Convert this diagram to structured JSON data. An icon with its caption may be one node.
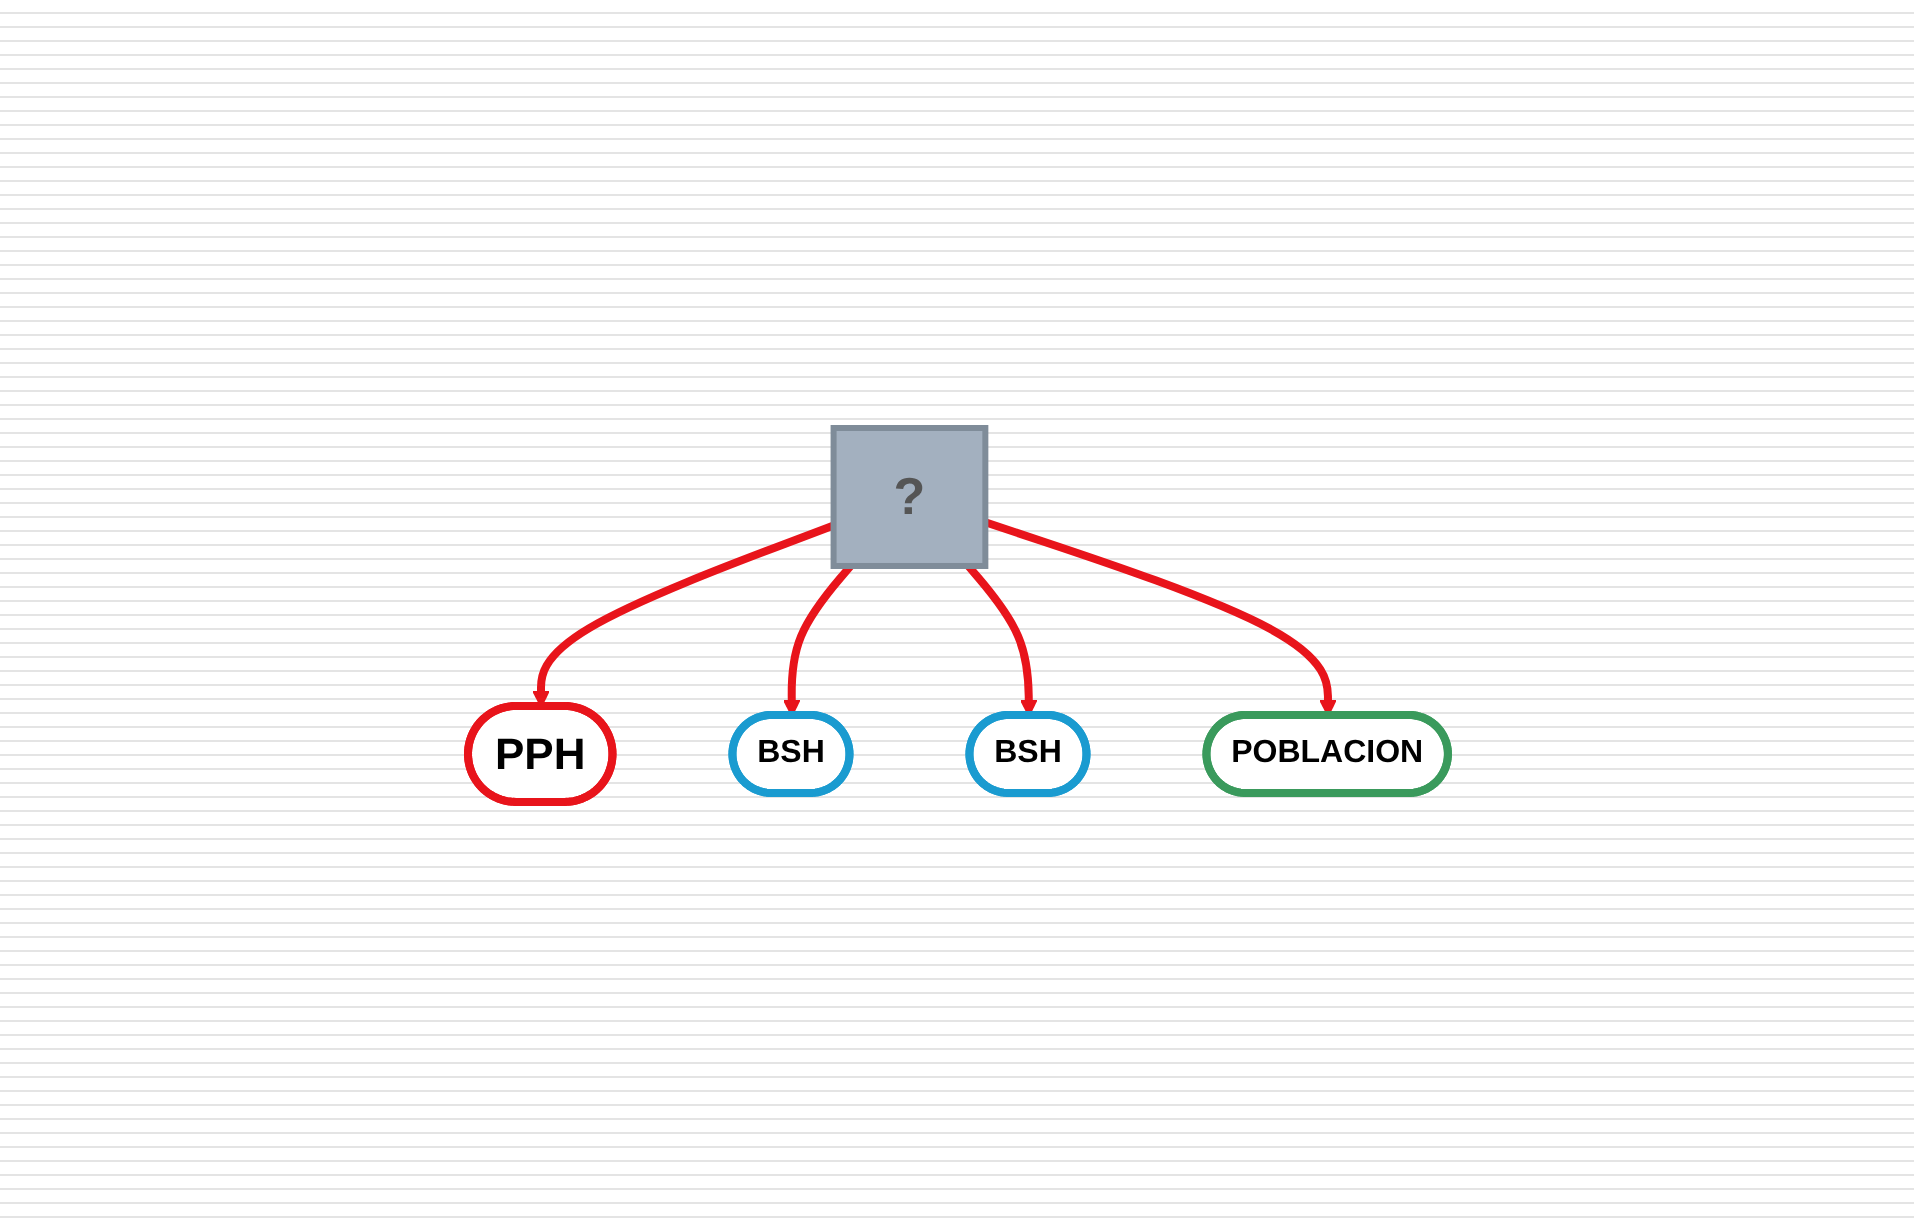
{
  "diagram": {
    "nodes": [
      {
        "text": [
          "PPH"
        ]
      },
      {
        "text": [
          "BSH"
        ]
      },
      {
        "text": [
          "?"
        ]
      },
      {
        "text": [
          "BSH"
        ]
      },
      {
        "text": [
          "POBLACION"
        ]
      }
    ],
    "edges": [
      {
        "from": 2,
        "to": 0,
        "arrow": "to"
      },
      {
        "from": 2,
        "to": 1,
        "arrow": "to"
      },
      {
        "from": 2,
        "to": 3,
        "arrow": "to"
      },
      {
        "from": 2,
        "to": 4,
        "arrow": "to"
      }
    ]
  }
}
